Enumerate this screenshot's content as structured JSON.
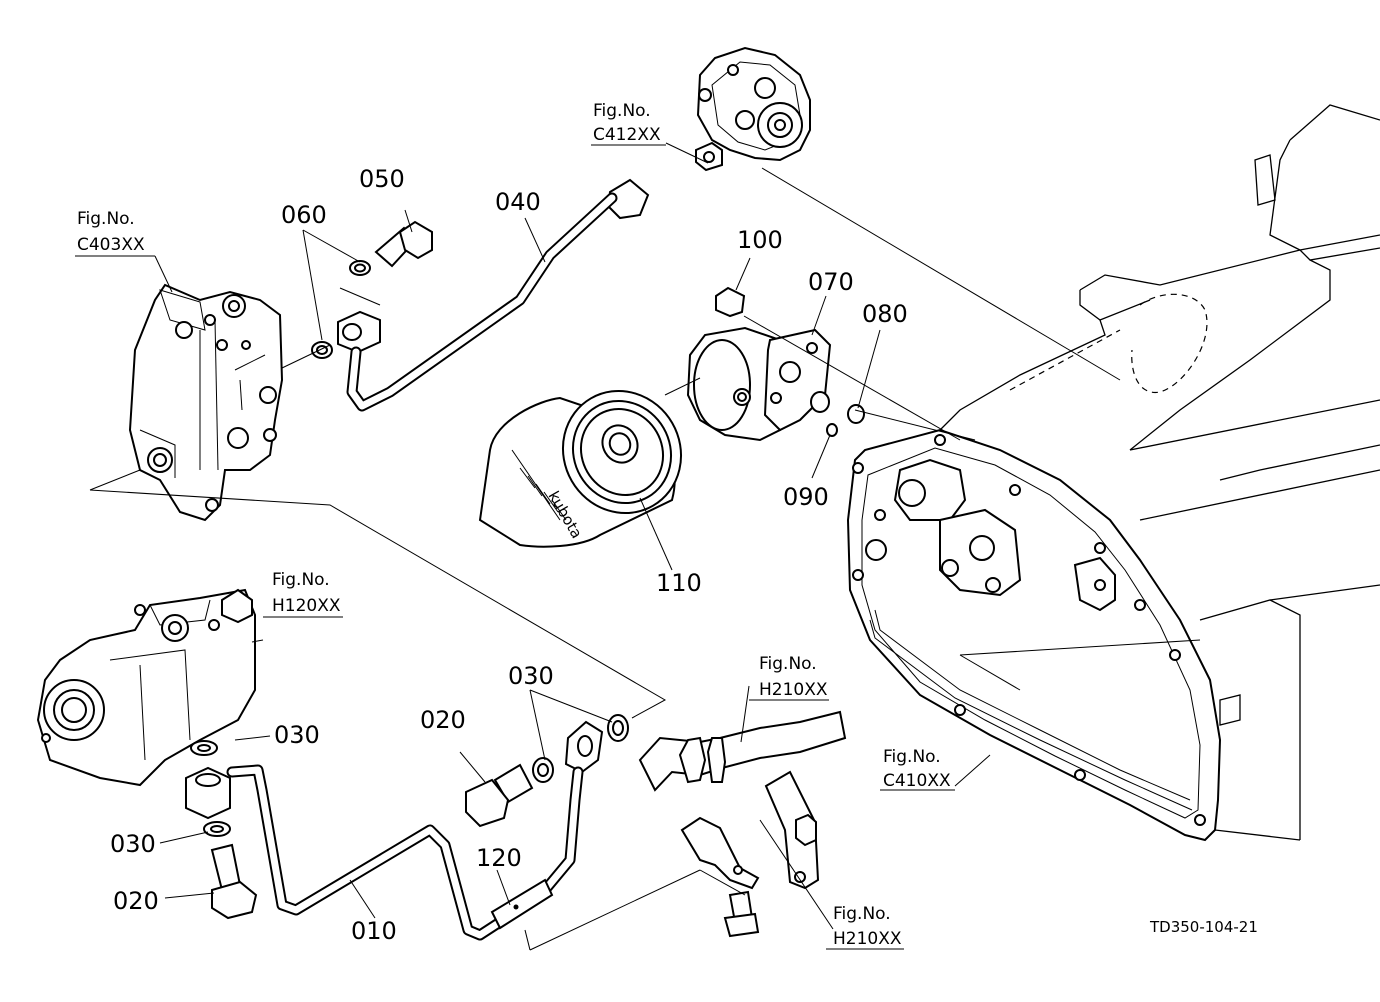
{
  "figure_refs": {
    "c412": {
      "prefix": "Fig.No.",
      "code": "C412XX"
    },
    "c403": {
      "prefix": "Fig.No.",
      "code": "C403XX"
    },
    "h120": {
      "prefix": "Fig.No.",
      "code": "H120XX"
    },
    "h210_upper": {
      "prefix": "Fig.No.",
      "code": "H210XX"
    },
    "h210_lower": {
      "prefix": "Fig.No.",
      "code": "H210XX"
    },
    "c410": {
      "prefix": "Fig.No.",
      "code": "C410XX"
    }
  },
  "part_labels": {
    "p050": "050",
    "p060": "060",
    "p040": "040",
    "p100": "100",
    "p070": "070",
    "p080": "080",
    "p090": "090",
    "p110": "110",
    "p030_left": "030",
    "p030_left_lower": "030",
    "p020_left": "020",
    "p010": "010",
    "p030_mid": "030",
    "p020_mid": "020",
    "p120": "120"
  },
  "filter_brand": "kubota",
  "drawing_code": "TD350-104-21"
}
